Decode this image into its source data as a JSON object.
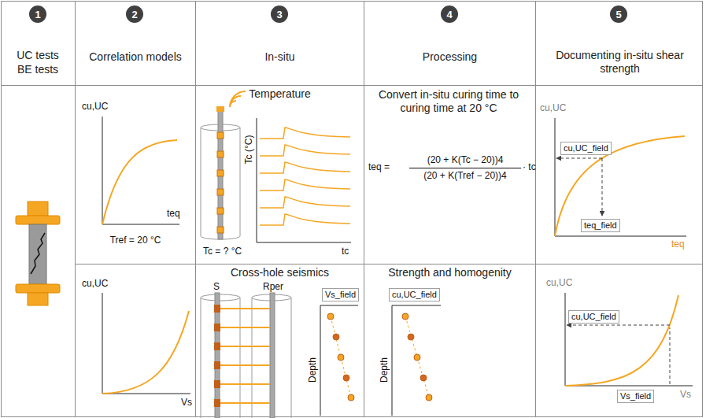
{
  "diagram": {
    "nodes": [
      {
        "text": [
          "1"
        ]
      },
      {
        "text": [
          "2"
        ]
      },
      {
        "text": [
          "3"
        ]
      },
      {
        "text": [
          "4"
        ]
      },
      {
        "text": [
          "5"
        ]
      }
    ],
    "labels": [
      "UC tests",
      "BE tests",
      "Correlation models",
      "In-situ",
      "Processing",
      "Documenting in-situ shear strength",
      "cu,UC",
      "teq",
      "Tref = 20 °C",
      "Temperature",
      "Tc (°C)",
      "tc",
      "Tc = ? °C",
      "Convert in-situ curing time to curing time at 20 °C",
      "teq =",
      "(20 + K(Tc − 20))4",
      "(20 + K(Tref − 20))4",
      "· tc",
      "cu,UC",
      "cu,UC_field",
      "teq_field",
      "teq",
      "cu,UC",
      "Vs",
      "Cross-hole seismics",
      "S",
      "Rper",
      "Vs_field",
      "Depth",
      "Strength and homogenity",
      "cu,UC_field",
      "Depth",
      "cu,UC",
      "cu,UC_field",
      "Vs_field",
      "Vs"
    ]
  }
}
